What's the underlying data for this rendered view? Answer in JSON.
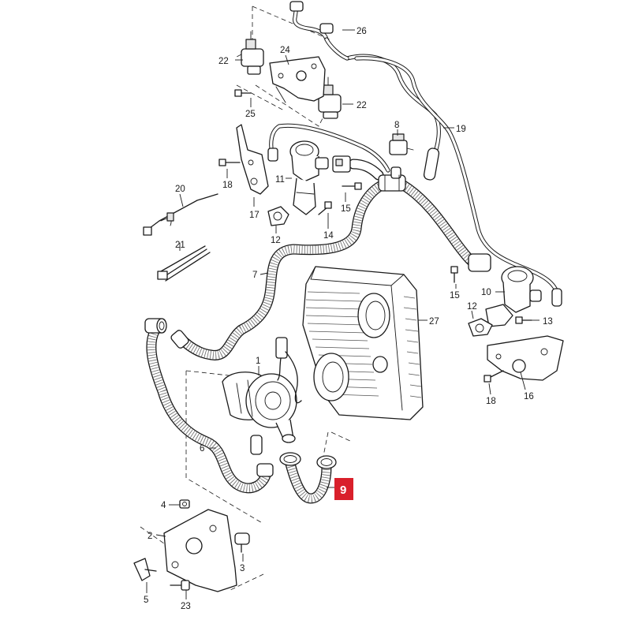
{
  "callouts": {
    "c1": "1",
    "c2": "2",
    "c3": "3",
    "c4": "4",
    "c5": "5",
    "c6": "6",
    "c7": "7",
    "c8": "8",
    "c9": "9",
    "c10": "10",
    "c11": "11",
    "c12a": "12",
    "c12b": "12",
    "c13": "13",
    "c14": "14",
    "c15a": "15",
    "c15b": "15",
    "c16": "16",
    "c17": "17",
    "c18a": "18",
    "c18b": "18",
    "c19": "19",
    "c20": "20",
    "c21": "21",
    "c22a": "22",
    "c22b": "22",
    "c23": "23",
    "c24": "24",
    "c25": "25",
    "c26": "26",
    "c27": "27"
  },
  "highlight": {
    "color": "#d9202b"
  }
}
